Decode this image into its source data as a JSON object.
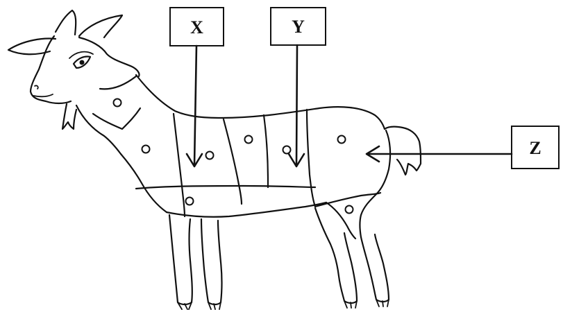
{
  "labels": {
    "x": "X",
    "y": "Y",
    "z": "Z"
  },
  "icons": {
    "figure": "goat-outline",
    "cut_markers": "circle-marker",
    "pointers": "arrow"
  },
  "colors": {
    "ink": "#111111",
    "background": "#ffffff"
  }
}
